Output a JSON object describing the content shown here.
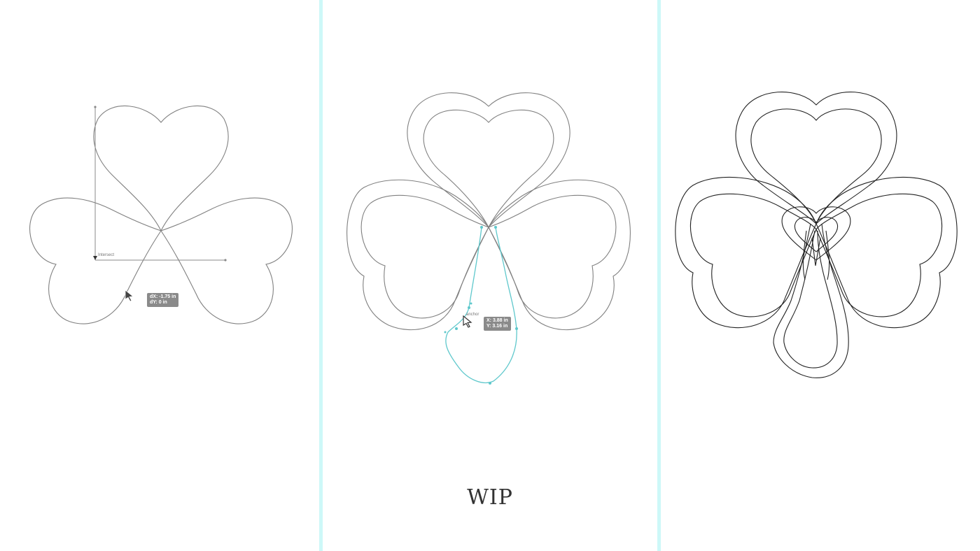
{
  "panels": [
    {
      "name": "step-intersect",
      "smart_guide_hint": "Intersect",
      "tooltip_line1": "dX: -1.75 in",
      "tooltip_line2": "dY: 0 in"
    },
    {
      "name": "step-draw-stem",
      "smart_guide_hint": "anchor",
      "tooltip_line1": "X: 3.88 in",
      "tooltip_line2": "Y: 3.16 in",
      "caption": "WIP"
    },
    {
      "name": "step-final-outline"
    }
  ],
  "colors": {
    "background": "#ffffff",
    "divider": "#cdf8f8",
    "sketch_stroke": "#808080",
    "final_stroke": "#222222",
    "selection": "#5fc8cc",
    "tooltip_bg": "#8a8a8a"
  },
  "icons": [
    "arrow-cursor-icon",
    "direct-select-cursor-icon"
  ]
}
